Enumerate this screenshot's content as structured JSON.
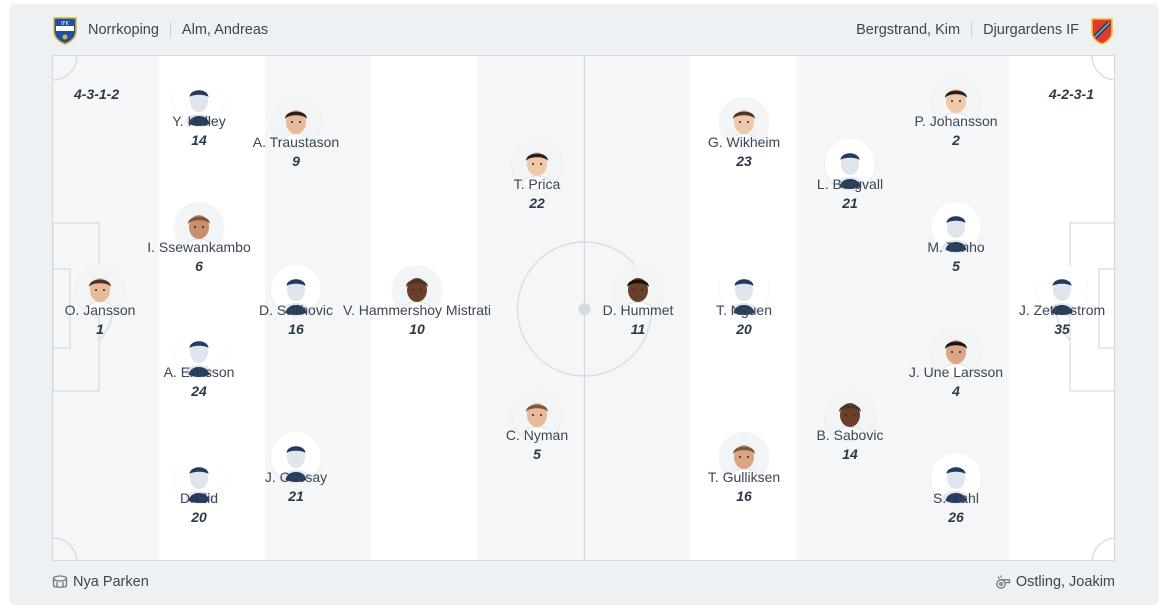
{
  "home": {
    "team": "Norrkoping",
    "coach": "Alm, Andreas",
    "crest": "ifk-norrkoping-crest-icon",
    "formation": "4-3-1-2",
    "players": [
      {
        "name": "O. Jansson",
        "number": "1",
        "avatar": "photo"
      },
      {
        "name": "Y. Kalley",
        "number": "14",
        "avatar": "silhouette"
      },
      {
        "name": "I. Ssewankambo",
        "number": "6",
        "avatar": "photo"
      },
      {
        "name": "A. Eriksson",
        "number": "24",
        "avatar": "silhouette"
      },
      {
        "name": "D. Eid",
        "number": "20",
        "avatar": "silhouette"
      },
      {
        "name": "A. Traustason",
        "number": "9",
        "avatar": "photo"
      },
      {
        "name": "D. Salihovic",
        "number": "16",
        "avatar": "silhouette"
      },
      {
        "name": "J. Ceesay",
        "number": "21",
        "avatar": "silhouette"
      },
      {
        "name": "V. Hammershoy Mistrati",
        "number": "10",
        "avatar": "photo"
      },
      {
        "name": "T. Prica",
        "number": "22",
        "avatar": "photo"
      },
      {
        "name": "C. Nyman",
        "number": "5",
        "avatar": "photo"
      }
    ]
  },
  "away": {
    "team": "Djurgardens IF",
    "coach": "Bergstrand, Kim",
    "crest": "djurgarden-crest-icon",
    "formation": "4-2-3-1",
    "players": [
      {
        "name": "D. Hummet",
        "number": "11",
        "avatar": "photo"
      },
      {
        "name": "G. Wikheim",
        "number": "23",
        "avatar": "photo"
      },
      {
        "name": "T. Nguen",
        "number": "20",
        "avatar": "silhouette"
      },
      {
        "name": "T. Gulliksen",
        "number": "16",
        "avatar": "photo"
      },
      {
        "name": "L. Bergvall",
        "number": "21",
        "avatar": "silhouette"
      },
      {
        "name": "B. Sabovic",
        "number": "14",
        "avatar": "photo"
      },
      {
        "name": "P. Johansson",
        "number": "2",
        "avatar": "photo"
      },
      {
        "name": "M. Tenho",
        "number": "5",
        "avatar": "silhouette"
      },
      {
        "name": "J. Une Larsson",
        "number": "4",
        "avatar": "photo"
      },
      {
        "name": "S. Dahl",
        "number": "26",
        "avatar": "silhouette"
      },
      {
        "name": "J. Zetterstrom",
        "number": "35",
        "avatar": "silhouette"
      }
    ]
  },
  "venue": {
    "name": "Nya Parken",
    "icon": "stadium-icon"
  },
  "referee": {
    "name": "Ostling, Joakim",
    "icon": "whistle-icon"
  },
  "colors": {
    "pitch": "#f4f6f8",
    "stripe": "#ffffff",
    "line": "#d3dae1",
    "text": "#3a4654",
    "silhouette": "#243a5e"
  }
}
